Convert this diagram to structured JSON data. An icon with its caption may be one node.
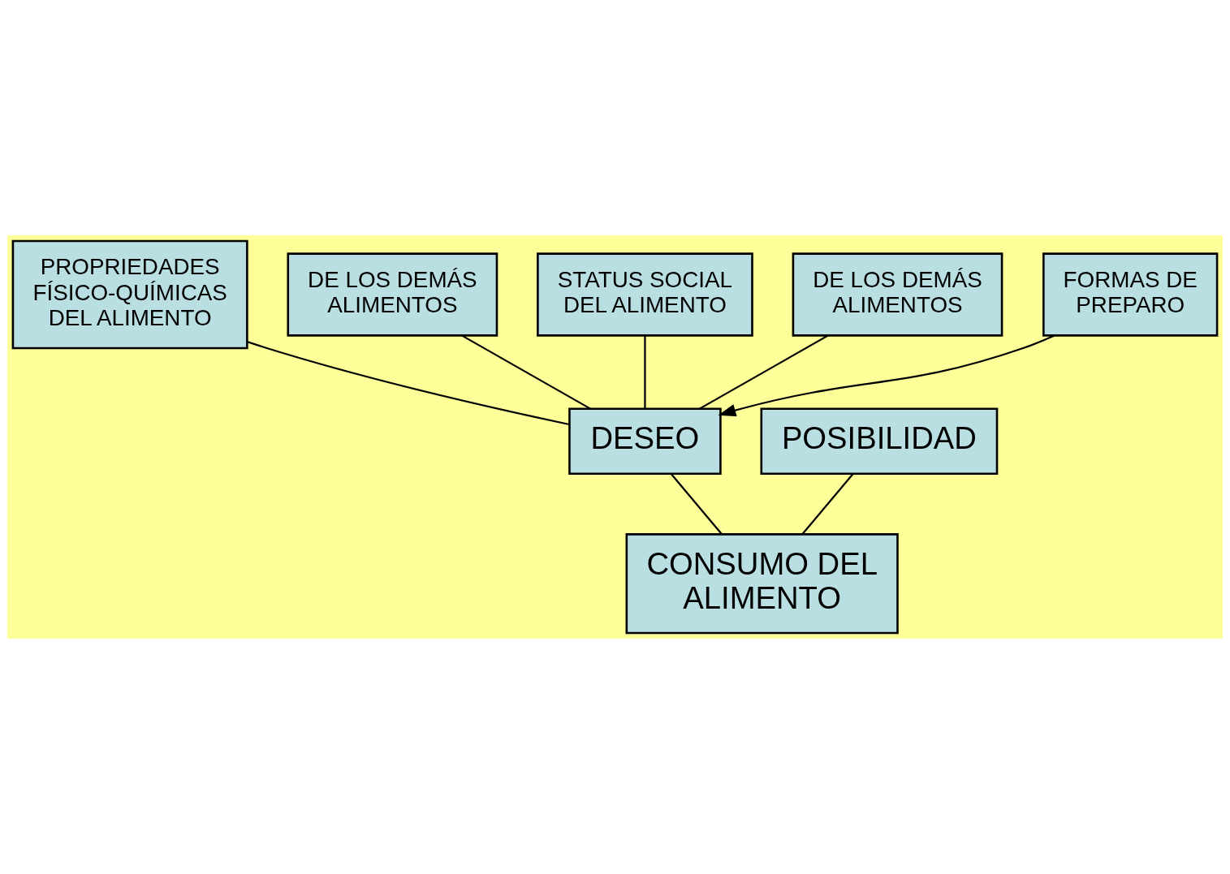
{
  "diagram": {
    "nodes": [
      {
        "text": [
          "PROPRIEDADES FÍSICO-QUÍMICAS DEL ALIMENTO"
        ]
      },
      {
        "text": [
          "DE LOS DEMÁS ALIMENTOS"
        ]
      },
      {
        "text": [
          "STATUS SOCIAL DEL ALIMENTO"
        ]
      },
      {
        "text": [
          "DE LOS DEMÁS ALIMENTOS"
        ]
      },
      {
        "text": [
          "FORMAS DE PREPARO"
        ]
      },
      {
        "text": [
          "DESEO"
        ]
      },
      {
        "text": [
          "POSIBILIDAD"
        ]
      },
      {
        "text": [
          "CONSUMO DEL ALIMENTO"
        ]
      }
    ],
    "edges": [
      {
        "from": 0,
        "to": 5,
        "arrow": "none"
      },
      {
        "from": 1,
        "to": 5,
        "arrow": "none"
      },
      {
        "from": 4,
        "to": 5,
        "arrow": "to"
      },
      {
        "from": 2,
        "to": 5,
        "arrow": "none"
      },
      {
        "from": 3,
        "to": 5,
        "arrow": "none"
      },
      {
        "from": 5,
        "to": 7,
        "arrow": "none"
      },
      {
        "from": 6,
        "to": 7,
        "arrow": "none"
      }
    ]
  }
}
